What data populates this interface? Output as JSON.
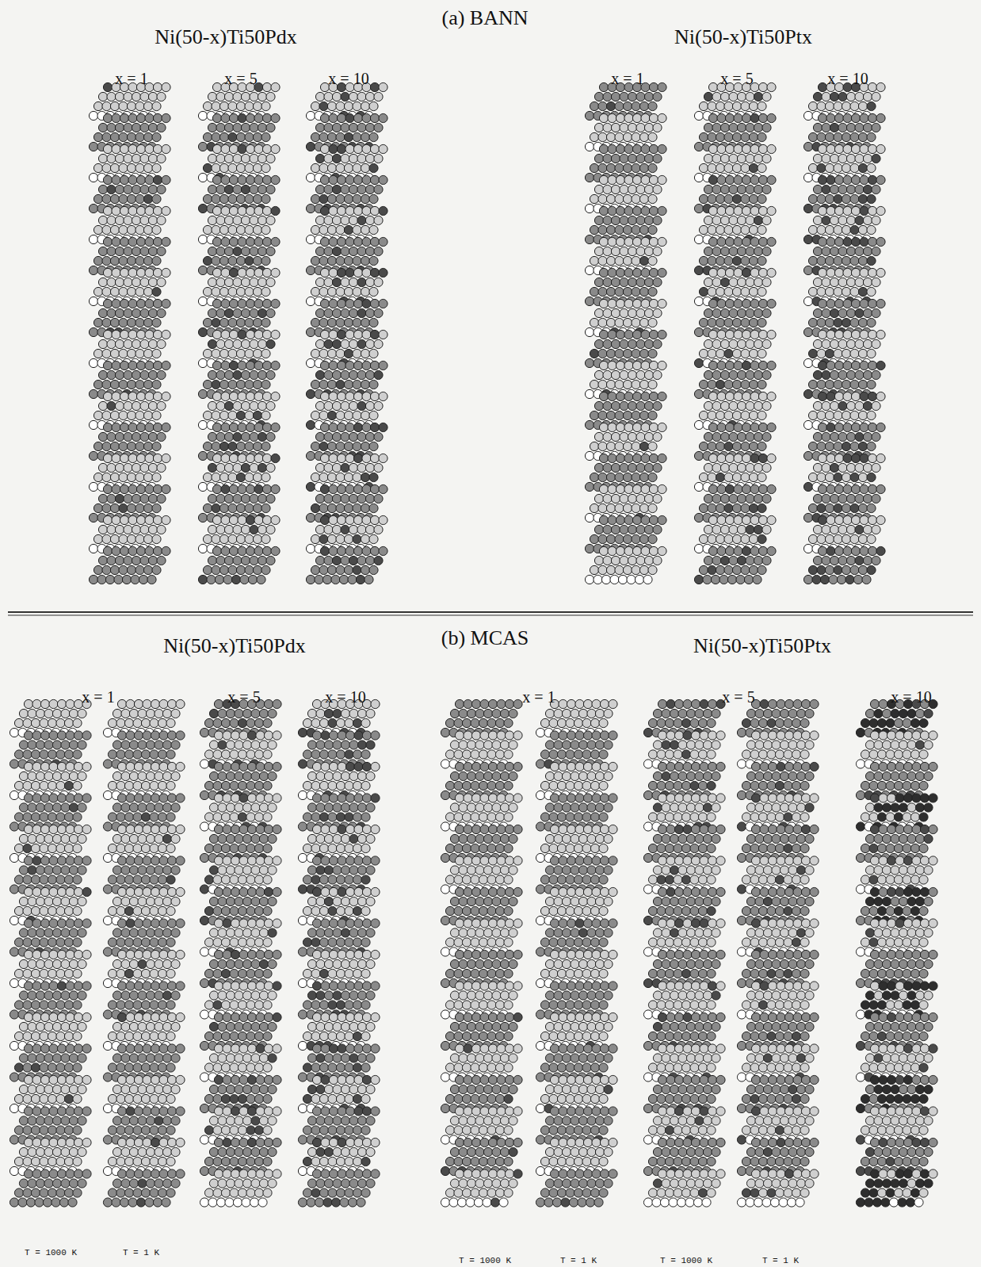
{
  "diagram": {
    "labels": [
      "(a) BANN",
      "Ni(50-x)Ti50Pdx",
      "Ni(50-x)Ti50Ptx",
      "x = 1",
      "x = 5",
      "x = 10",
      "x = 1",
      "x = 5",
      "x = 10",
      "(b) MCAS",
      "Ni(50-x)Ti50Pdx",
      "Ni(50-x)Ti50Ptx",
      "x = 1",
      "x = 5",
      "x = 10",
      "x = 1",
      "x = 5",
      "x = 10",
      "T = 1000 K",
      "T = 1 K",
      "T = 1000 K",
      "T = 1 K",
      "T = 1000 K",
      "T = 1 K"
    ]
  }
}
